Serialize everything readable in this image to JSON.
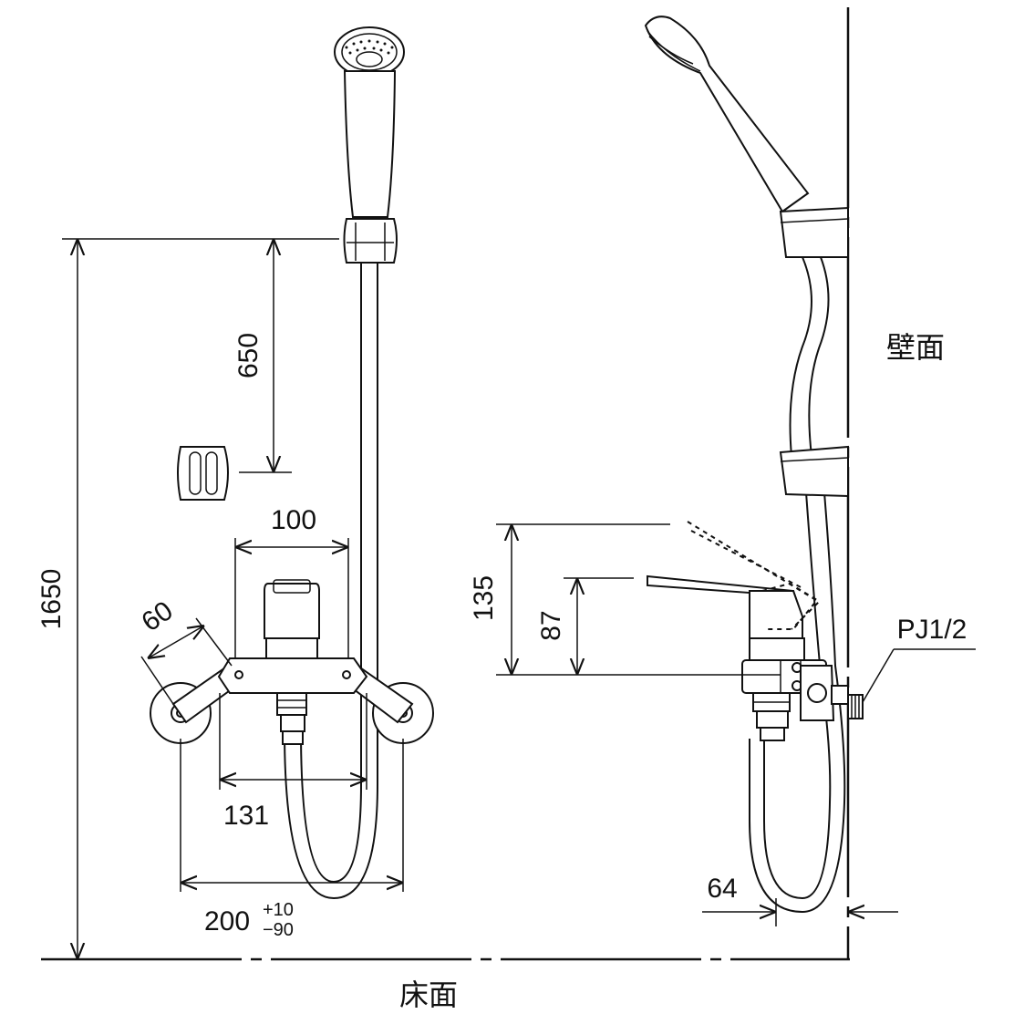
{
  "dimensions": {
    "d1650": "1650",
    "d650": "650",
    "d100": "100",
    "d60": "60",
    "d131": "131",
    "d200": "200",
    "d200_plus": "+10",
    "d200_minus": "−90",
    "d135": "135",
    "d87": "87",
    "d64": "64"
  },
  "labels": {
    "wall": "壁面",
    "floor": "床面",
    "thread": "PJ1/2"
  }
}
